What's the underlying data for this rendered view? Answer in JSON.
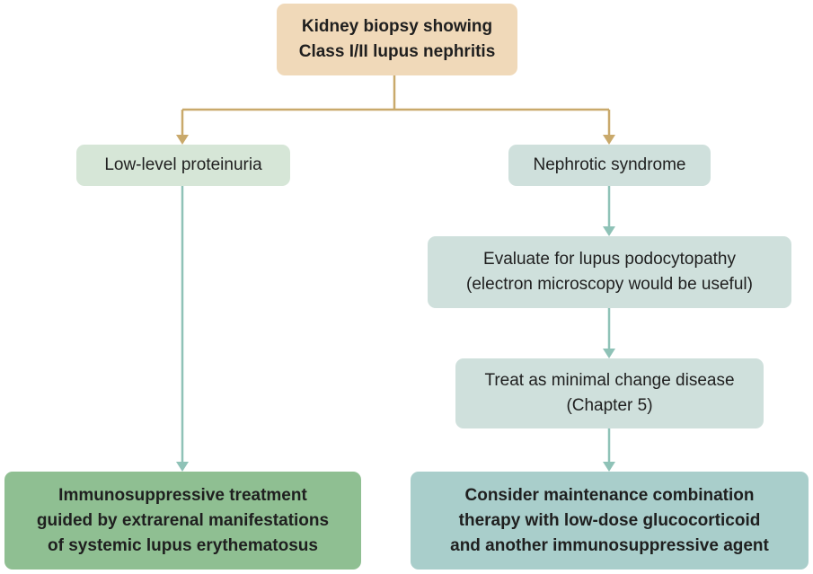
{
  "root": {
    "line1": "Kidney biopsy showing",
    "line2": "Class I/II lupus nephritis"
  },
  "left_branch": {
    "condition": "Low-level proteinuria",
    "outcome": {
      "line1": "Immunosuppressive treatment",
      "line2": "guided by extrarenal manifestations",
      "line3": "of systemic lupus erythematosus"
    }
  },
  "right_branch": {
    "condition": "Nephrotic syndrome",
    "evaluate": {
      "line1": "Evaluate for lupus podocytopathy",
      "line2": "(electron microscopy would be useful)"
    },
    "treat": {
      "line1": "Treat as minimal change disease",
      "line2": "(Chapter 5)"
    },
    "outcome": {
      "line1": "Consider maintenance combination",
      "line2": "therapy with low-dose glucocorticoid",
      "line3": "and another immunosuppressive agent"
    }
  },
  "colors": {
    "root_fill": "#f0d9b9",
    "root_connector": "#c9a96b",
    "branch_fill": "#cfe0dc",
    "branch_connector": "#8fc2b7",
    "left_outcome_fill": "#8fbf92",
    "right_outcome_fill": "#a9cecb"
  }
}
